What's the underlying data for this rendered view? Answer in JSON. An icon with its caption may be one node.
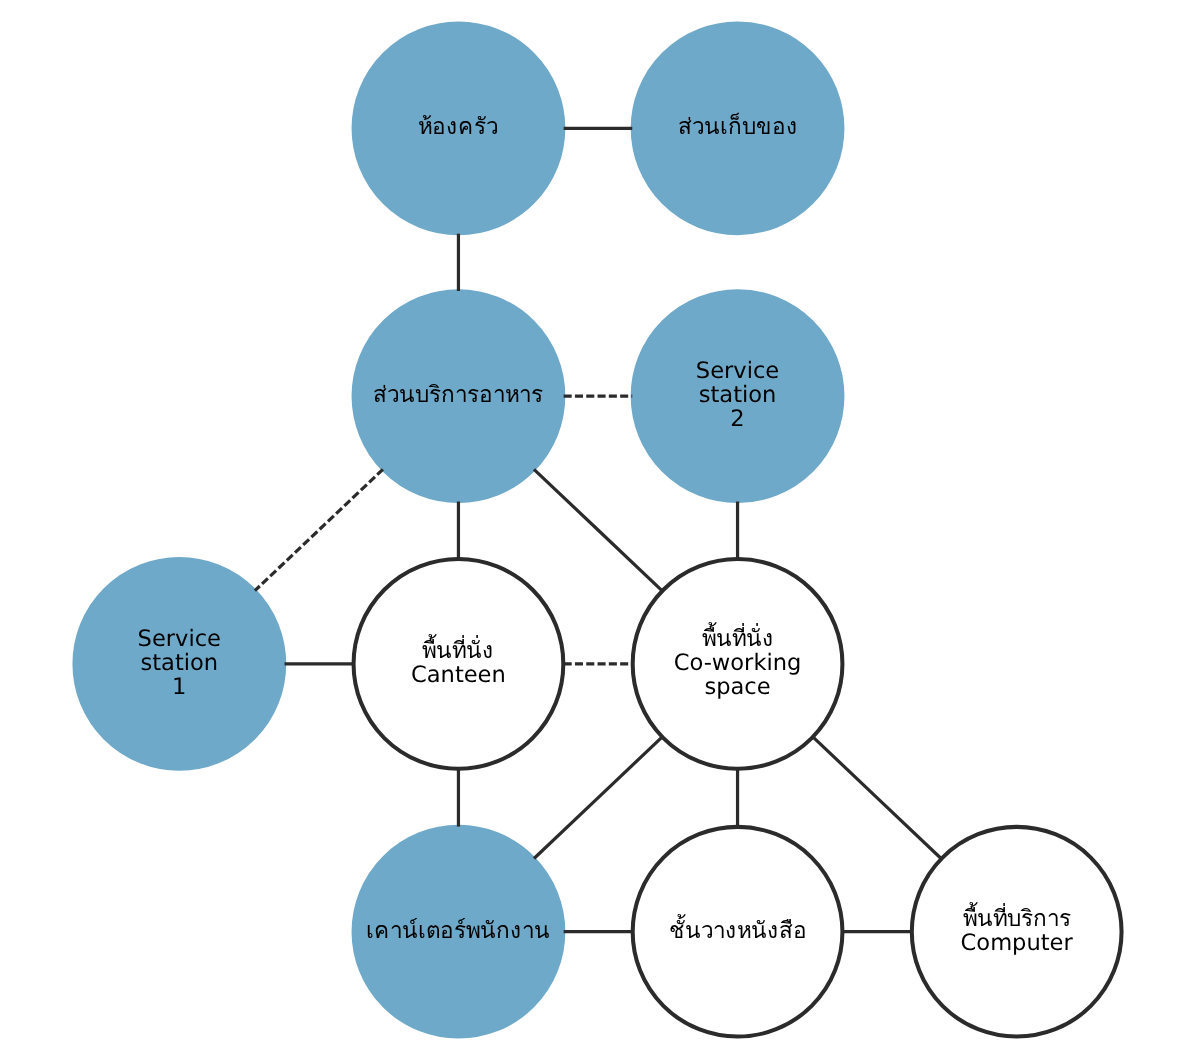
{
  "diagram": {
    "nodes": [
      {
        "text": [
          "ห้องครัว"
        ]
      },
      {
        "text": [
          "ส่วนเก็บของ"
        ]
      },
      {
        "text": [
          "ส่วนบริการอาหาร"
        ]
      },
      {
        "text": [
          "Service station 2"
        ]
      },
      {
        "text": [
          "Service station 1"
        ]
      },
      {
        "text": [
          "พื้นที่นั่ง Canteen"
        ]
      },
      {
        "text": [
          "พื้นที่นั่ง Co-working space"
        ]
      },
      {
        "text": [
          "เคาน์เตอร์พนักงาน"
        ]
      },
      {
        "text": [
          "ชั้นวางหนังสือ"
        ]
      },
      {
        "text": [
          "พื้นที่บริการ Computer"
        ]
      }
    ],
    "edges": [
      {
        "from": 0,
        "to": 1,
        "arrow": "none"
      },
      {
        "from": 0,
        "to": 2,
        "arrow": "none"
      },
      {
        "from": 2,
        "to": 3,
        "arrow": "none",
        "style": "dashed"
      },
      {
        "from": 2,
        "to": 4,
        "arrow": "none",
        "style": "dashed"
      },
      {
        "from": 2,
        "to": 5,
        "arrow": "none"
      },
      {
        "from": 2,
        "to": 6,
        "arrow": "none"
      },
      {
        "from": 3,
        "to": 6,
        "arrow": "none"
      },
      {
        "from": 4,
        "to": 5,
        "arrow": "none"
      },
      {
        "from": 5,
        "to": 6,
        "arrow": "none",
        "style": "dashed"
      },
      {
        "from": 5,
        "to": 7,
        "arrow": "none"
      },
      {
        "from": 6,
        "to": 7,
        "arrow": "none"
      },
      {
        "from": 6,
        "to": 8,
        "arrow": "none"
      },
      {
        "from": 6,
        "to": 9,
        "arrow": "none"
      },
      {
        "from": 7,
        "to": 8,
        "arrow": "none"
      },
      {
        "from": 8,
        "to": 9,
        "arrow": "none"
      }
    ]
  }
}
